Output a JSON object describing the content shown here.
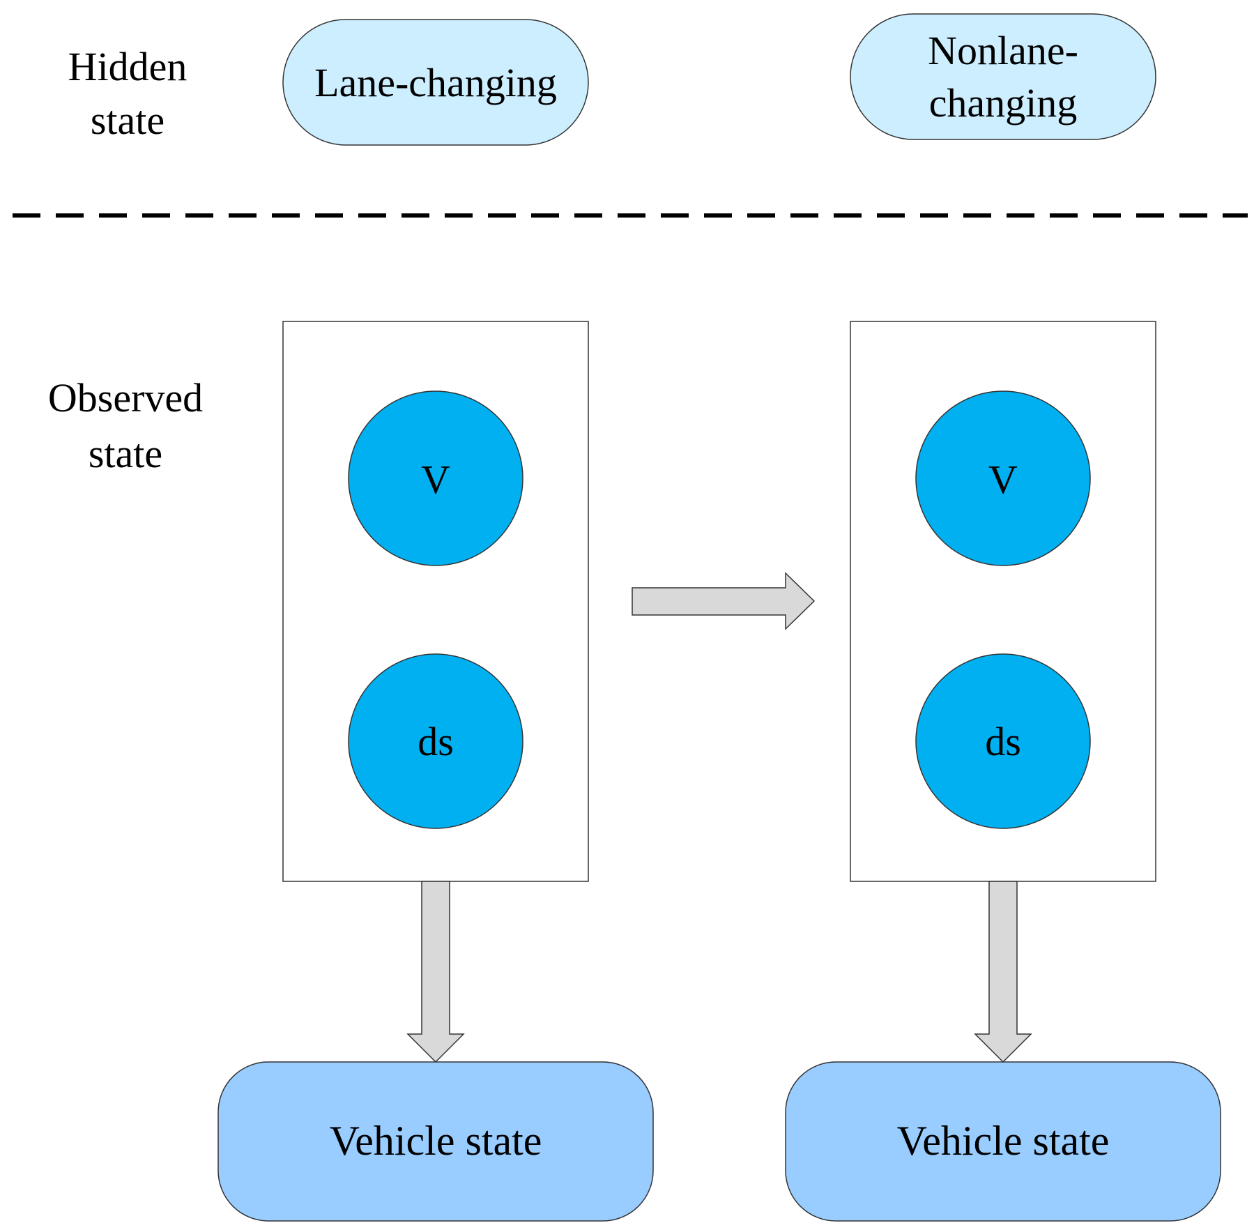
{
  "labels": {
    "hidden_line1": "Hidden",
    "hidden_line2": "state",
    "observed_line1": "Observed",
    "observed_line2": "state"
  },
  "hidden_states": [
    {
      "lines": [
        "Lane-changing"
      ]
    },
    {
      "lines": [
        "Nonlane-",
        "changing"
      ]
    }
  ],
  "observation_groups": [
    {
      "nodes": [
        "V",
        "ds"
      ],
      "output": "Vehicle state"
    },
    {
      "nodes": [
        "V",
        "ds"
      ],
      "output": "Vehicle state"
    }
  ],
  "colors": {
    "hidden_fill": "#cceeff",
    "node_fill": "#00b0f0",
    "output_fill": "#99ccff",
    "arrow_fill": "#d9d9d9",
    "stroke": "#333333"
  }
}
